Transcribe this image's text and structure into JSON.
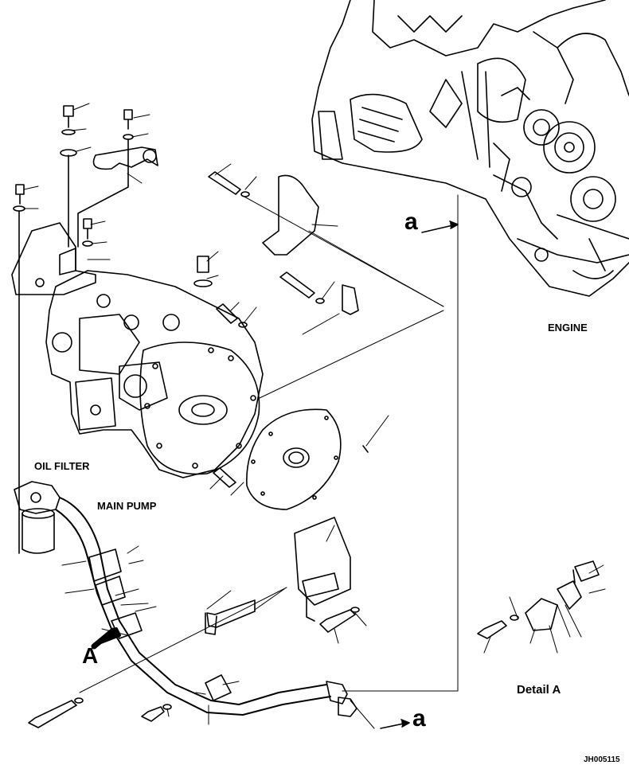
{
  "labels": {
    "engine": "ENGINE",
    "oil_filter": "OIL FILTER",
    "main_pump": "MAIN PUMP",
    "detail_a": "Detail A",
    "ref_a_top": "a",
    "ref_a_bottom": "a",
    "view_arrow": "A",
    "drawing_id": "JH005115"
  }
}
